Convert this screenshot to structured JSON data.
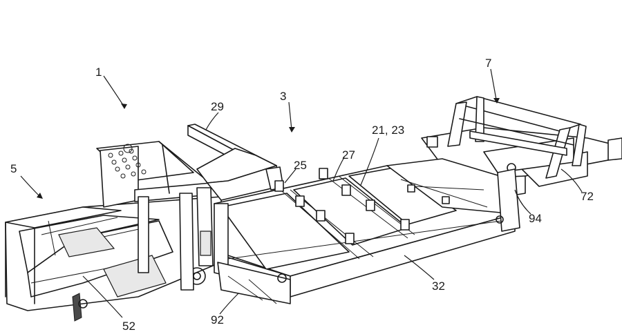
{
  "labels": {
    "l1": "1",
    "l3": "3",
    "l5": "5",
    "l7": "7",
    "l29": "29",
    "l25": "25",
    "l27": "27",
    "l2123": "21, 23",
    "l72": "72",
    "l94": "94",
    "l32": "32",
    "l92": "92",
    "l52": "52"
  }
}
